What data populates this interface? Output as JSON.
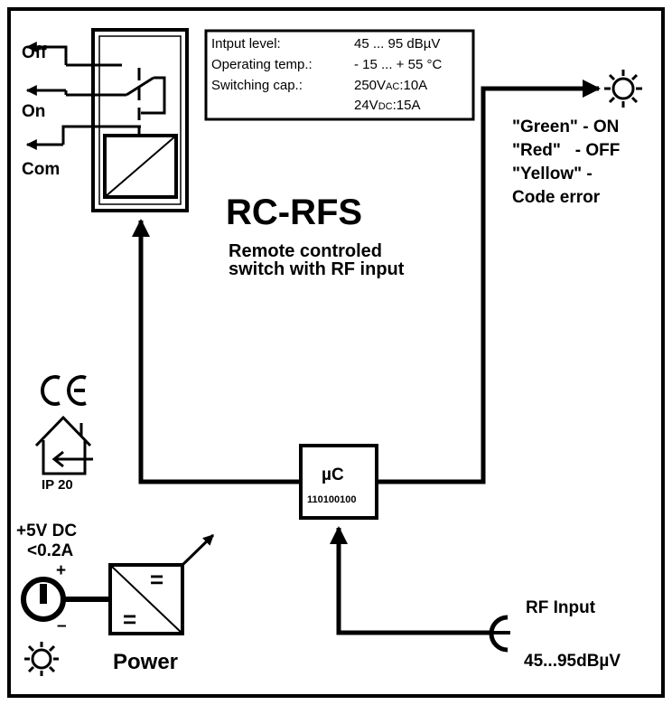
{
  "title": "RC-RFS",
  "subtitle_line1": "Remote controled",
  "subtitle_line2": "switch with RF input",
  "specs": {
    "input_label": "Intput level:",
    "input_value": "45 ... 95 dBµV",
    "temp_label": "Operating temp.:",
    "temp_value": "- 15 ... + 55 °C",
    "switch_label": "Switching cap.:",
    "switch_ac_value": "250V",
    "switch_ac_sub": "AC",
    "switch_ac_amp": ":10A",
    "switch_dc_value": "24V",
    "switch_dc_sub": "DC",
    "switch_dc_amp": ":15A"
  },
  "relay_outputs": {
    "off": "Off",
    "on": "On",
    "com": "Com"
  },
  "led_legend": {
    "line1": "\"Green\" - ON",
    "line2": "\"Red\"   - OFF",
    "line3": "\"Yellow\" -",
    "line4": "Code error"
  },
  "mcu": {
    "label": "µC",
    "code": "110100100"
  },
  "rf_input": {
    "label": "RF Input",
    "level": "45...95dBµV"
  },
  "power": {
    "voltage": "+5V DC",
    "current": "<0.2A",
    "label": "Power",
    "plus": "+",
    "minus": "–",
    "eq_top": "=",
    "eq_bottom": "="
  },
  "certification": {
    "ce": "CE",
    "ip": "IP 20"
  },
  "icons": [
    "led-sun-icon",
    "power-sun-icon",
    "ce-mark-icon",
    "indoor-house-icon",
    "dc-jack-icon",
    "rf-antenna-icon"
  ]
}
